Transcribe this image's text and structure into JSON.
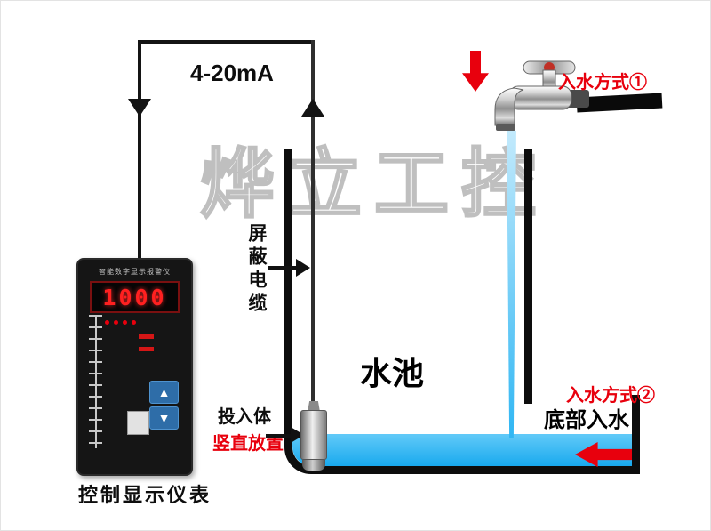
{
  "diagram": {
    "watermark": "烨立工控",
    "signal_label": "4-20mA",
    "cable_label": "屏蔽电缆",
    "pool_label": "水池",
    "inlet_method_1_label": "入水方式①",
    "inlet_method_2_label": "入水方式②",
    "inlet_method_2_sublabel": "底部入水",
    "sensor_label_line1": "投入体",
    "sensor_label_line2": "竖直放置"
  },
  "instrument": {
    "title": "智能数字显示报警仪",
    "display_value": "1000",
    "up_button_glyph": "▲",
    "down_button_glyph": "▼",
    "caption": "控制显示仪表"
  },
  "colors": {
    "water_blue": "#1fadf0",
    "accent_red": "#e8000d",
    "line_black": "#141414",
    "led_red": "#ff2020"
  }
}
